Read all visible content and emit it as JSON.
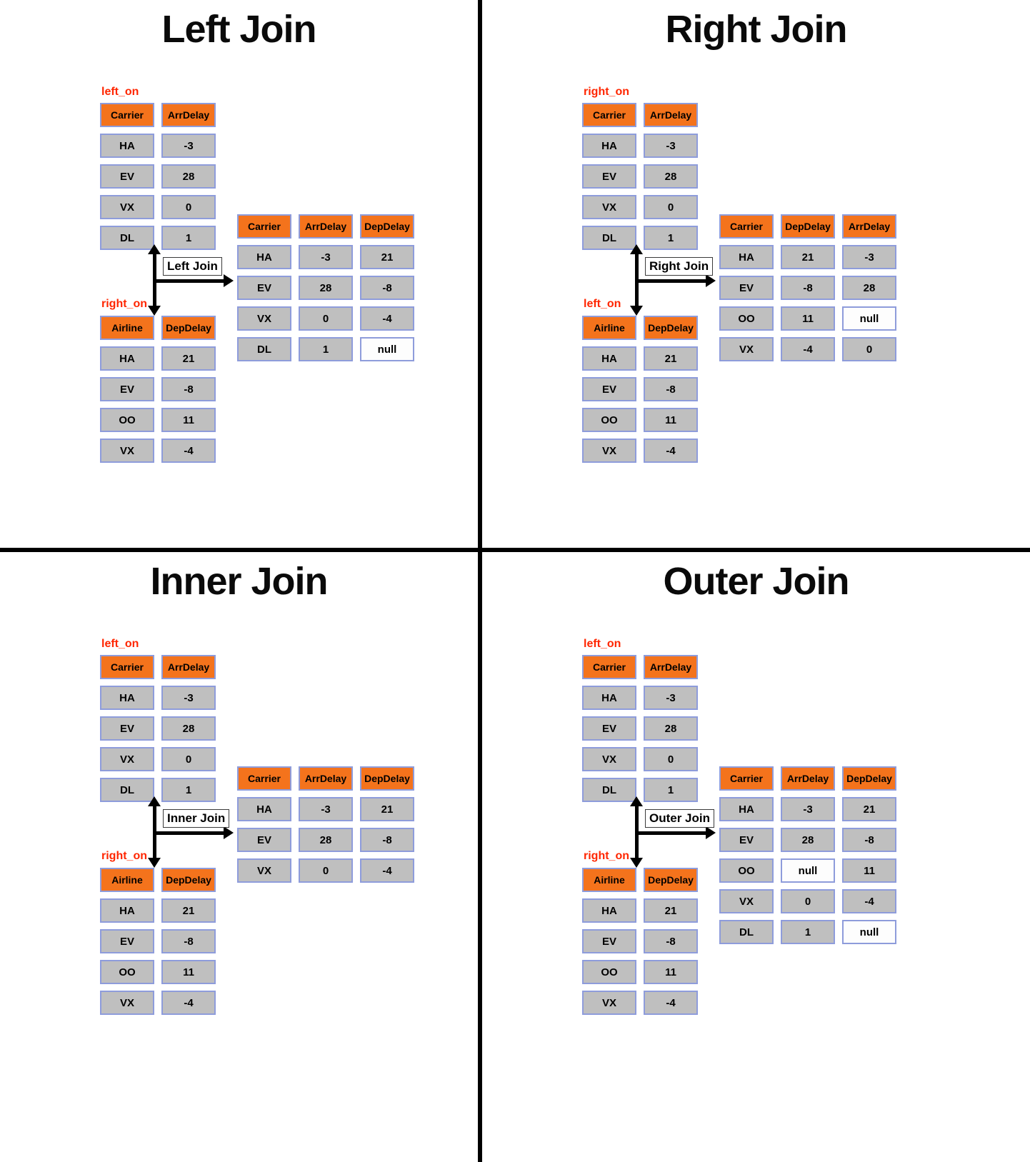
{
  "colors": {
    "header_bg": "#F4731C",
    "cell_bg": "#BFBFBF",
    "null_cell_bg": "#FDFDFD",
    "cell_border": "#8E9CDB",
    "key_label_color": "#FF2600",
    "arrow_color": "#000000",
    "divider_color": "#000000"
  },
  "quadrants": [
    {
      "title": "Left Join",
      "join_label": "Left Join",
      "top_key_label": "left_on",
      "bottom_key_label": "right_on",
      "top_table": {
        "headers": [
          "Carrier",
          "ArrDelay"
        ],
        "rows": [
          [
            "HA",
            "-3"
          ],
          [
            "EV",
            "28"
          ],
          [
            "VX",
            "0"
          ],
          [
            "DL",
            "1"
          ]
        ]
      },
      "bottom_table": {
        "headers": [
          "Airline",
          "DepDelay"
        ],
        "rows": [
          [
            "HA",
            "21"
          ],
          [
            "EV",
            "-8"
          ],
          [
            "OO",
            "11"
          ],
          [
            "VX",
            "-4"
          ]
        ]
      },
      "result_table": {
        "headers": [
          "Carrier",
          "ArrDelay",
          "DepDelay"
        ],
        "rows": [
          [
            "HA",
            "-3",
            "21"
          ],
          [
            "EV",
            "28",
            "-8"
          ],
          [
            "VX",
            "0",
            "-4"
          ],
          [
            "DL",
            "1",
            "null"
          ]
        ]
      }
    },
    {
      "title": "Right Join",
      "join_label": "Right Join",
      "top_key_label": "right_on",
      "bottom_key_label": "left_on",
      "top_table": {
        "headers": [
          "Carrier",
          "ArrDelay"
        ],
        "rows": [
          [
            "HA",
            "-3"
          ],
          [
            "EV",
            "28"
          ],
          [
            "VX",
            "0"
          ],
          [
            "DL",
            "1"
          ]
        ]
      },
      "bottom_table": {
        "headers": [
          "Airline",
          "DepDelay"
        ],
        "rows": [
          [
            "HA",
            "21"
          ],
          [
            "EV",
            "-8"
          ],
          [
            "OO",
            "11"
          ],
          [
            "VX",
            "-4"
          ]
        ]
      },
      "result_table": {
        "headers": [
          "Carrier",
          "DepDelay",
          "ArrDelay"
        ],
        "rows": [
          [
            "HA",
            "21",
            "-3"
          ],
          [
            "EV",
            "-8",
            "28"
          ],
          [
            "OO",
            "11",
            "null"
          ],
          [
            "VX",
            "-4",
            "0"
          ]
        ]
      }
    },
    {
      "title": "Inner Join",
      "join_label": "Inner Join",
      "top_key_label": "left_on",
      "bottom_key_label": "right_on",
      "top_table": {
        "headers": [
          "Carrier",
          "ArrDelay"
        ],
        "rows": [
          [
            "HA",
            "-3"
          ],
          [
            "EV",
            "28"
          ],
          [
            "VX",
            "0"
          ],
          [
            "DL",
            "1"
          ]
        ]
      },
      "bottom_table": {
        "headers": [
          "Airline",
          "DepDelay"
        ],
        "rows": [
          [
            "HA",
            "21"
          ],
          [
            "EV",
            "-8"
          ],
          [
            "OO",
            "11"
          ],
          [
            "VX",
            "-4"
          ]
        ]
      },
      "result_table": {
        "headers": [
          "Carrier",
          "ArrDelay",
          "DepDelay"
        ],
        "rows": [
          [
            "HA",
            "-3",
            "21"
          ],
          [
            "EV",
            "28",
            "-8"
          ],
          [
            "VX",
            "0",
            "-4"
          ]
        ]
      }
    },
    {
      "title": "Outer Join",
      "join_label": "Outer Join",
      "top_key_label": "left_on",
      "bottom_key_label": "right_on",
      "top_table": {
        "headers": [
          "Carrier",
          "ArrDelay"
        ],
        "rows": [
          [
            "HA",
            "-3"
          ],
          [
            "EV",
            "28"
          ],
          [
            "VX",
            "0"
          ],
          [
            "DL",
            "1"
          ]
        ]
      },
      "bottom_table": {
        "headers": [
          "Airline",
          "DepDelay"
        ],
        "rows": [
          [
            "HA",
            "21"
          ],
          [
            "EV",
            "-8"
          ],
          [
            "OO",
            "11"
          ],
          [
            "VX",
            "-4"
          ]
        ]
      },
      "result_table": {
        "headers": [
          "Carrier",
          "ArrDelay",
          "DepDelay"
        ],
        "rows": [
          [
            "HA",
            "-3",
            "21"
          ],
          [
            "EV",
            "28",
            "-8"
          ],
          [
            "OO",
            "null",
            "11"
          ],
          [
            "VX",
            "0",
            "-4"
          ],
          [
            "DL",
            "1",
            "null"
          ]
        ]
      }
    }
  ]
}
